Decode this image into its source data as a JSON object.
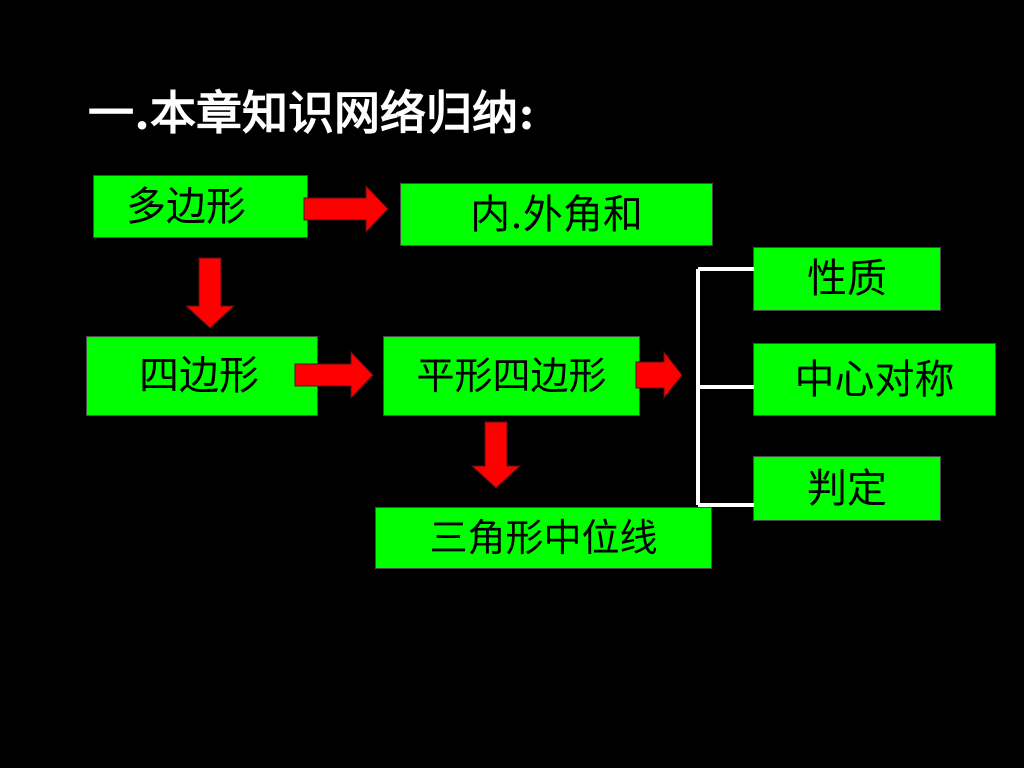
{
  "slide": {
    "title": "一.本章知识网络归纳:",
    "nodes": {
      "polygon": "多边形",
      "angle_sum": "内.外角和",
      "quadrilateral": "四边形",
      "parallelogram": "平形四边形",
      "midline": "三角形中位线",
      "property": "性质",
      "symmetry": "中心对称",
      "judgement": "判定"
    }
  },
  "colors": {
    "background": "#000000",
    "node_fill": "#00ff00",
    "arrow_fill": "#ff0000",
    "title_text": "#ffffff",
    "bracket_line": "#ffffff"
  },
  "icons": {
    "right_arrow": "right-arrow-icon",
    "down_arrow": "down-arrow-icon"
  }
}
